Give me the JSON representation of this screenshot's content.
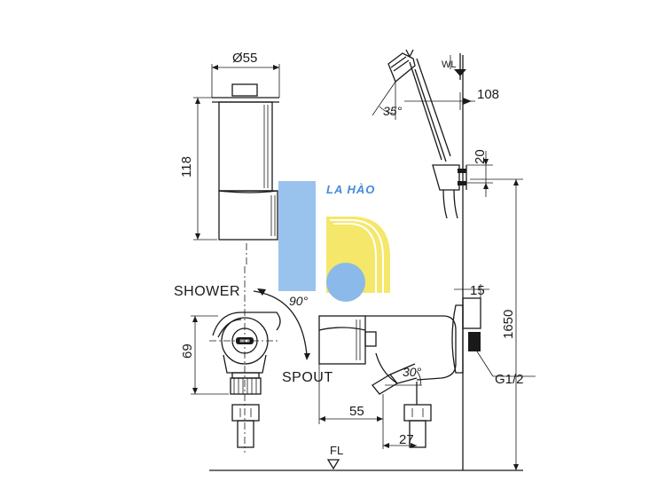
{
  "dimensions": {
    "diameter": "Ø55",
    "height_body": "118",
    "hand_shower_offset": "108",
    "bracket_height": "20",
    "total_height": "1650",
    "wall_gap": "15",
    "body_height": "69",
    "spout_length": "55",
    "spout_offset": "27",
    "thread": "G1/2",
    "floor_level": "FL",
    "wall_marker": "WL"
  },
  "angles": {
    "shower_tilt": "35°",
    "handle_rotation": "90°",
    "spout_angle": "30°"
  },
  "labels": {
    "shower": "SHOWER",
    "spout": "SPOUT"
  },
  "watermark": {
    "text": "LA HÀO",
    "colors": {
      "blue": "#7fb3e8",
      "yellow": "#f2e24a",
      "text_blue": "#2f7fd6"
    }
  }
}
